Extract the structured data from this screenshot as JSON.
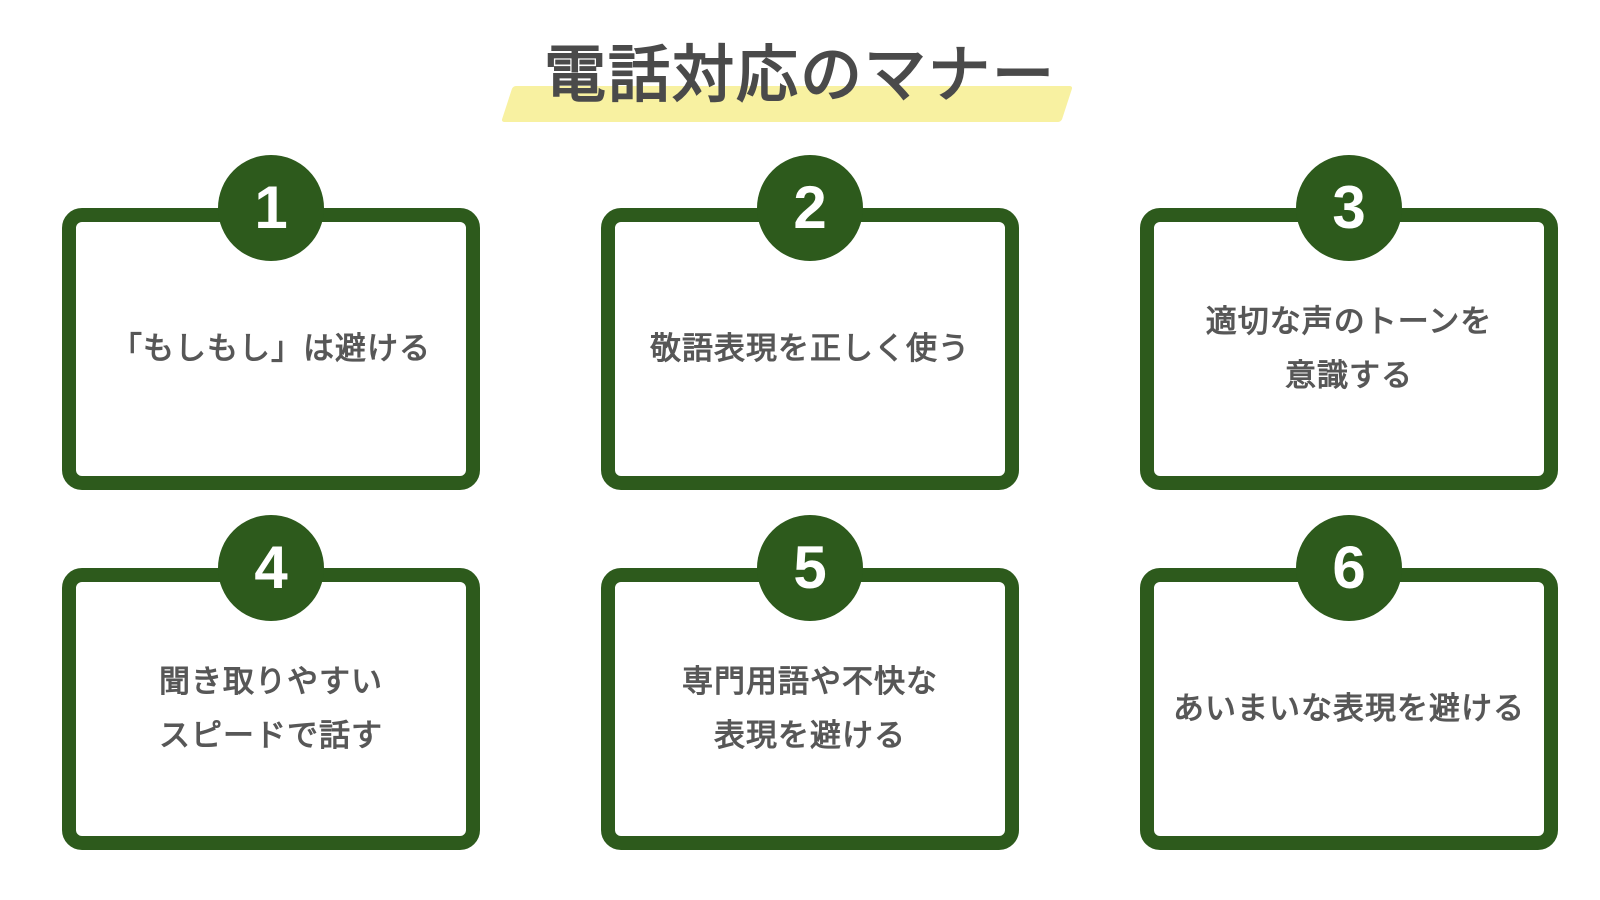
{
  "title": "電話対応のマナー",
  "colors": {
    "green": "#2d5a1c",
    "highlight-yellow": "#f8f1a1",
    "title-gray": "#4a4a4a",
    "text-gray": "#575757",
    "card-bg": "#ffffff",
    "page-bg": "#ffffff"
  },
  "cards": [
    {
      "number": "1",
      "text": "「もしもし」は避ける"
    },
    {
      "number": "2",
      "text": "敬語表現を正しく使う"
    },
    {
      "number": "3",
      "text": "適切な声のトーンを\n意識する"
    },
    {
      "number": "4",
      "text": "聞き取りやすい\nスピードで話す"
    },
    {
      "number": "5",
      "text": "専門用語や不快な\n表現を避ける"
    },
    {
      "number": "6",
      "text": "あいまいな表現を避ける"
    }
  ]
}
